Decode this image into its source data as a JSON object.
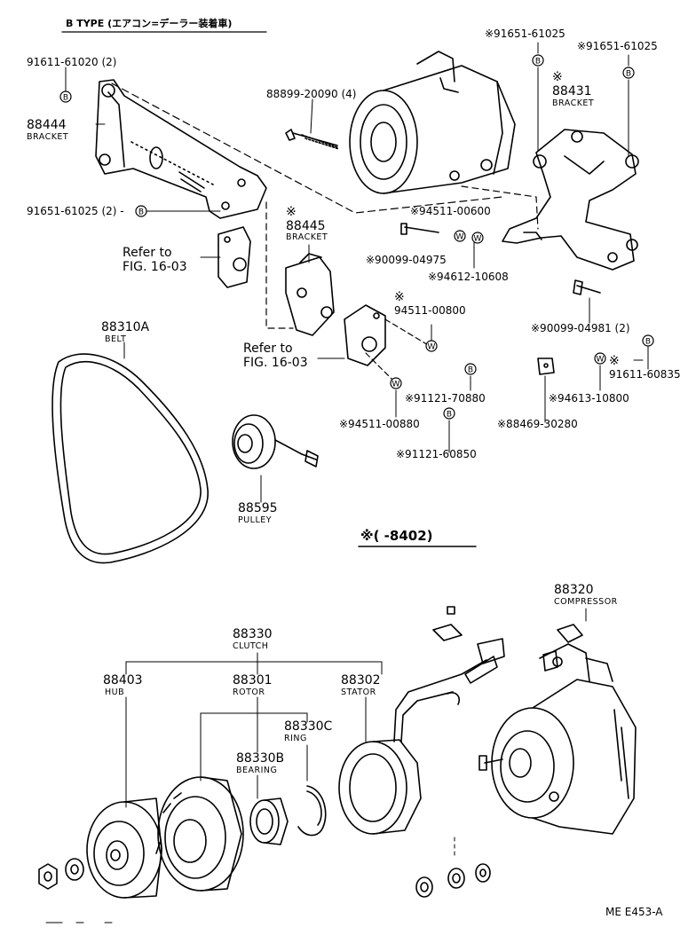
{
  "header": {
    "type_label": "B TYPE (エアコン=デーラー装着車)"
  },
  "labels": {
    "p91611_61020": "91611-61020 (2)",
    "p88444": "88444",
    "bracket_88444": "BRACKET",
    "p91651_61025_2": "91651-61025 (2) -",
    "refer1_a": "Refer to",
    "refer1_b": "FIG. 16-03",
    "p88899": "88899-20090 (4)",
    "star_88445": "※",
    "p88445": "88445",
    "bracket_88445": "BRACKET",
    "p94511_00600": "※94511-00600",
    "p90099_04975": "※90099-04975",
    "p94612_10608": "※94612-10608",
    "star_94511_00800": "※",
    "p94511_00800": "94511-00800",
    "refer2_a": "Refer to",
    "refer2_b": "FIG. 16-03",
    "p91121_70880": "※91121-70880",
    "p94511_00880": "※94511-00880",
    "p91121_60850": "※91121-60850",
    "p91651_61025_a": "※91651-61025",
    "p91651_61025_b": "※91651-61025",
    "star_88431": "※",
    "p88431": "88431",
    "bracket_88431": "BRACKET",
    "p90099_04981": "※90099-04981 (2)",
    "star_91611_60835": "※",
    "p91611_60835": "91611-60835",
    "p94613_10800": "※94613-10800",
    "p88469_30280": "※88469-30280",
    "p88310a": "88310A",
    "belt": "BELT",
    "p88595": "88595",
    "pulley": "PULLEY",
    "range_note": "※(      -8402)",
    "p88330": "88330",
    "clutch": "CLUTCH",
    "p88403": "88403",
    "hub": "HUB",
    "p88301": "88301",
    "rotor": "ROTOR",
    "p88302": "88302",
    "stator": "STATOR",
    "p88330c": "88330C",
    "ring": "RING",
    "p88330b": "88330B",
    "bearing": "BEARING",
    "p88320": "88320",
    "compressor": "COMPRESSOR",
    "fig_code": "ME  E453-A"
  },
  "symbols": {
    "bolt": "B",
    "washer": "W"
  }
}
